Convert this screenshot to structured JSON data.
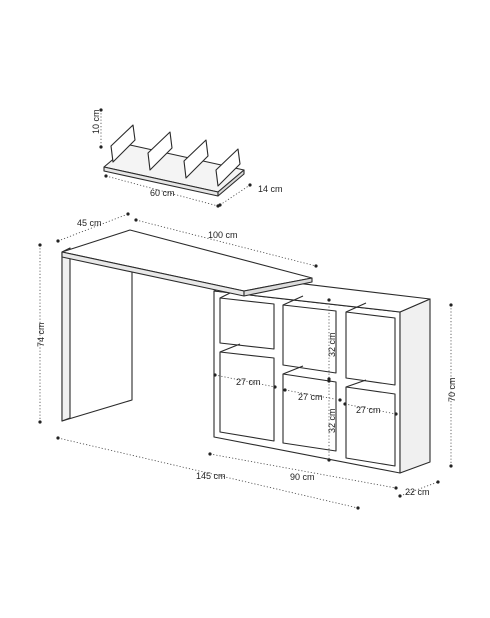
{
  "dimensions": {
    "shelf_height": "10 cm",
    "shelf_width": "60 cm",
    "shelf_depth": "14 cm",
    "desk_depth": "45 cm",
    "desk_top_width": "100 cm",
    "desk_height": "74 cm",
    "cabinet_height": "70 cm",
    "cell_height_upper": "32 cm",
    "cell_height_lower": "32 cm",
    "cell_width_left": "27 cm",
    "cell_width_middle": "27 cm",
    "cell_width_right": "27 cm",
    "total_width": "145 cm",
    "cabinet_width": "90 cm",
    "cabinet_depth": "22 cm"
  }
}
